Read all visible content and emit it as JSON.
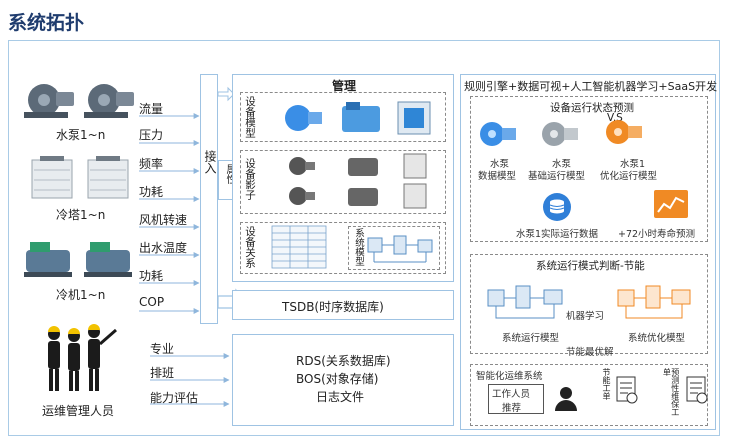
{
  "title": "系统拓扑",
  "left": {
    "pump_label": "水泵1~n",
    "tower_label": "冷塔1~n",
    "chiller_label": "冷机1~n",
    "ops_label": "运维管理人员"
  },
  "params": [
    "流量",
    "压力",
    "频率",
    "功耗",
    "风机转速",
    "出水温度",
    "功耗",
    "COP"
  ],
  "ops_params": [
    "专业",
    "排班",
    "能力评估"
  ],
  "access": {
    "label": "接入",
    "attr_label": "属性"
  },
  "management": {
    "title": "管理",
    "device_model": "设备模型",
    "device_shadow": "设备影子",
    "device_relation": "设备关系",
    "system_model": "系统模型"
  },
  "tsdb": "TSDB(时序数据库)",
  "db": {
    "rds": "RDS(关系数据库)",
    "bos": "BOS(对象存储)",
    "log": "日志文件"
  },
  "right": {
    "header": "规则引擎+数据可视+人工智能机器学习+SaaS开发",
    "predict_title": "设备运行状态预测",
    "vs": "V.S",
    "pump_data_model": [
      "水泵",
      "数据模型"
    ],
    "pump_base_model": [
      "水泵",
      "基础运行模型"
    ],
    "pump_opt_model": [
      "水泵1",
      "优化运行模型"
    ],
    "pump_actual_data": "水泵1实际运行数据",
    "life_predict": "+72小时寿命预测",
    "mode_title": "系统运行模式判断-节能",
    "ml": "机器学习",
    "sys_run_model": "系统运行模型",
    "sys_opt_model": "系统优化模型",
    "energy_opt": "节能最优解",
    "smart_ops": "智能化运维系统",
    "worker_recommend": [
      "工作人员",
      "推荐"
    ],
    "energy_ticket": "节能工单",
    "predict_ticket": "预测性维保工单"
  },
  "colors": {
    "accent": "#3a8ee6",
    "orange": "#f08a24",
    "border": "#a9cbe6",
    "title": "#1f3c6e"
  }
}
